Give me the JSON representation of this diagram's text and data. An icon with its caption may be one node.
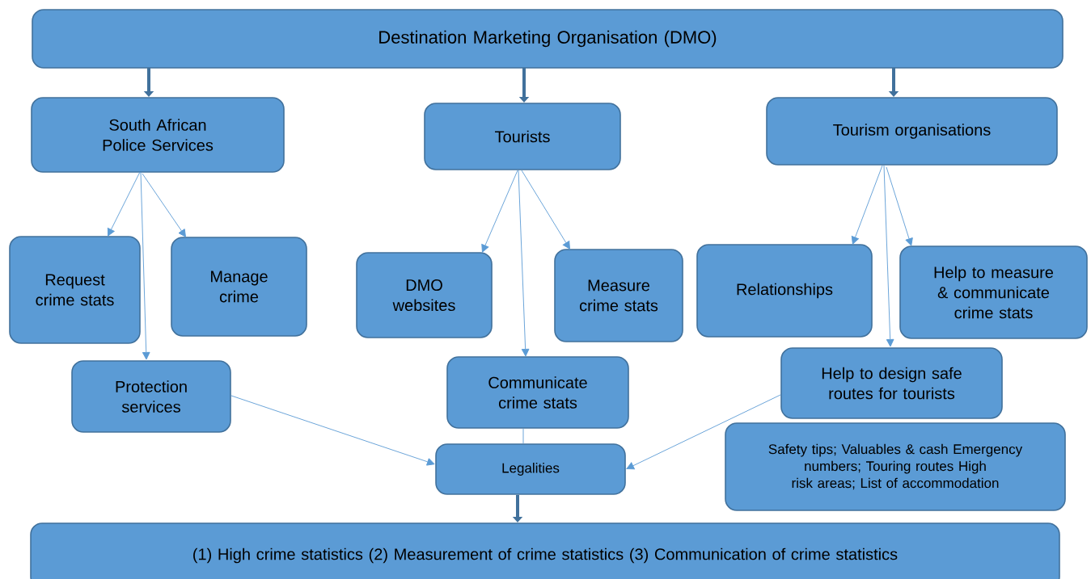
{
  "diagram": {
    "nodes": [
      {
        "text": [
          "Destination Marketing Organisation (DMO)"
        ]
      },
      {
        "text": [
          "South African Police Services"
        ]
      },
      {
        "text": [
          "Tourists"
        ]
      },
      {
        "text": [
          "Tourism organisations"
        ]
      },
      {
        "text": [
          "Request crime stats"
        ]
      },
      {
        "text": [
          "Manage crime"
        ]
      },
      {
        "text": [
          "DMO websites"
        ]
      },
      {
        "text": [
          "Measure crime stats"
        ]
      },
      {
        "text": [
          "Relationships"
        ]
      },
      {
        "text": [
          "Help to measure & communicate crime stats"
        ]
      },
      {
        "text": [
          "Protection services"
        ]
      },
      {
        "text": [
          "Communicate crime stats"
        ]
      },
      {
        "text": [
          "Help to design safe routes for tourists"
        ]
      },
      {
        "text": [
          "Safety tips; Valuables & cash Emergency numbers; Touring routes High risk areas; List of accommodation"
        ]
      },
      {
        "text": [
          "Legalities"
        ]
      },
      {
        "text": [
          "(1)   High crime statistics (2) Measurement of crime statistics (3) Communication of crime statistics"
        ]
      }
    ],
    "edges": [
      {
        "from": 0,
        "to": 1,
        "arrow": "to",
        "style": "thick"
      },
      {
        "from": 0,
        "to": 2,
        "arrow": "to",
        "style": "thick"
      },
      {
        "from": 0,
        "to": 3,
        "arrow": "to",
        "style": "thick"
      },
      {
        "from": 1,
        "to": 4,
        "arrow": "to"
      },
      {
        "from": 1,
        "to": 5,
        "arrow": "to"
      },
      {
        "from": 1,
        "to": 10,
        "arrow": "to"
      },
      {
        "from": 2,
        "to": 6,
        "arrow": "to"
      },
      {
        "from": 2,
        "to": 7,
        "arrow": "to"
      },
      {
        "from": 2,
        "to": 11,
        "arrow": "to"
      },
      {
        "from": 3,
        "to": 8,
        "arrow": "to"
      },
      {
        "from": 3,
        "to": 9,
        "arrow": "to"
      },
      {
        "from": 3,
        "to": 12,
        "arrow": "to"
      },
      {
        "from": 10,
        "to": 14,
        "arrow": "to"
      },
      {
        "from": 12,
        "to": 14,
        "arrow": "to"
      },
      {
        "from": 11,
        "to": 14,
        "arrow": "none"
      },
      {
        "from": 14,
        "to": 15,
        "arrow": "to",
        "style": "thick"
      }
    ]
  }
}
